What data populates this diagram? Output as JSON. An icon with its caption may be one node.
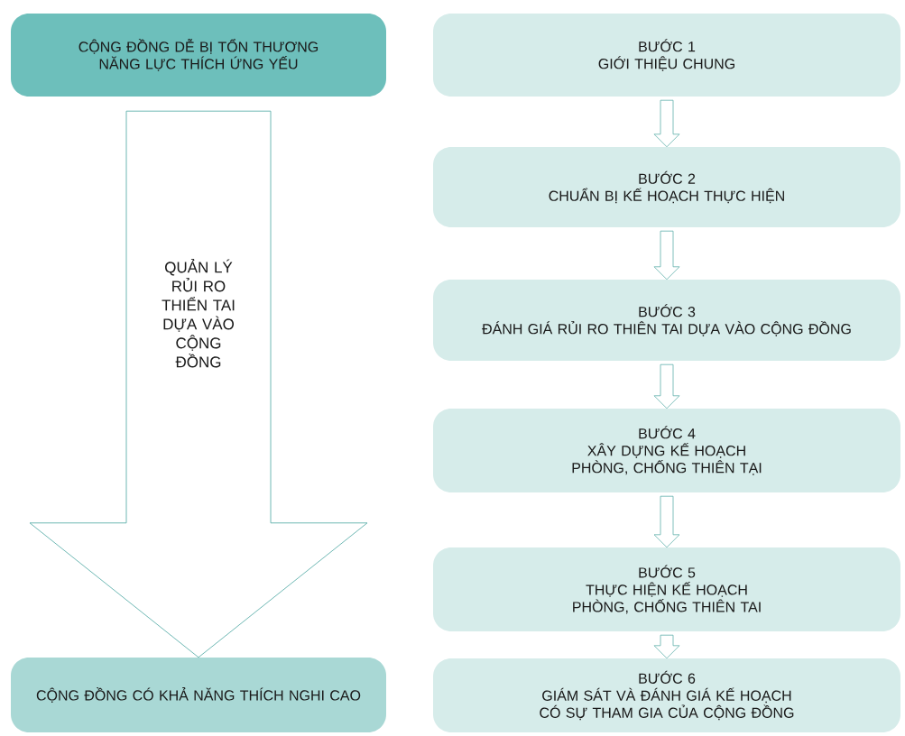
{
  "diagram": {
    "nodes": [
      {
        "text": [
          "CỘNG ĐỒNG DỄ BỊ TỔN THƯƠNG NĂNG LỰC THÍCH ỨNG YẾU"
        ]
      },
      {
        "text": [
          "CỘNG ĐỒNG CÓ KHẢ NĂNG THÍCH NGHI CAO"
        ]
      },
      {
        "text": [
          "BƯỚC 1",
          "GIỚI THIỆU CHUNG"
        ]
      },
      {
        "text": [
          "BƯỚC 2",
          "CHUẨN BỊ KẾ HOẠCH THỰC HIỆN"
        ]
      },
      {
        "text": [
          "BƯỚC 3",
          "ĐÁNH GIÁ RỦI RO THIÊN TAI DỰA VÀO CỘNG ĐỒNG"
        ]
      },
      {
        "text": [
          "BƯỚC 4",
          "XÂY DỰNG KẾ HOẠCH PHÒNG, CHỐNG THIÊN TẠI"
        ]
      },
      {
        "text": [
          "BƯỚC 5",
          "THỰC HIỆN KẾ HOẠCH PHÒNG, CHỐNG THIÊN TAI"
        ]
      },
      {
        "text": [
          "BƯỚC 6",
          "GIÁM SÁT VÀ ĐÁNH GIÁ KẾ HOẠCH CÓ SỰ THAM GIA CỦA CỘNG ĐỒNG"
        ]
      }
    ],
    "edges": [
      {
        "from": 0,
        "to": 1,
        "arrow": "to",
        "label": "QUẢN LÝ RỦI RO THIỂN TAI DỰA VÀO CỘNG ĐỒNG"
      },
      {
        "from": 2,
        "to": 3,
        "arrow": "to"
      },
      {
        "from": 3,
        "to": 4,
        "arrow": "to"
      },
      {
        "from": 4,
        "to": 5,
        "arrow": "to"
      },
      {
        "from": 5,
        "to": 6,
        "arrow": "to"
      },
      {
        "from": 6,
        "to": 7,
        "arrow": "to"
      }
    ]
  }
}
